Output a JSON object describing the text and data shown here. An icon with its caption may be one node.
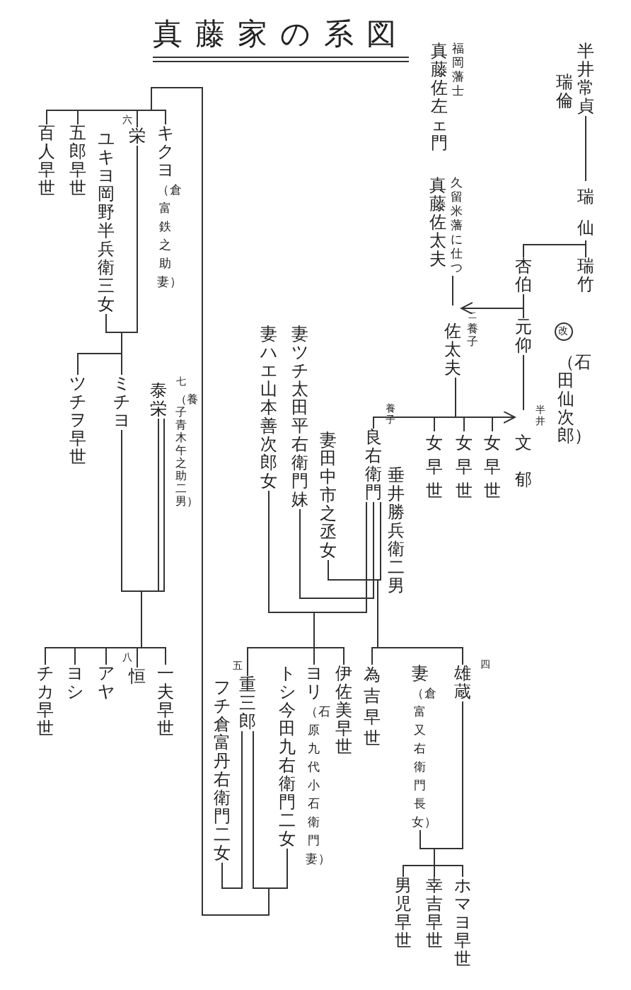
{
  "diagram": {
    "title": "真藤家の系図",
    "nodes": [
      {
        "text": [
          "瑞倫",
          "半井常貞"
        ]
      },
      {
        "text": [
          "瑞仙"
        ]
      },
      {
        "text": [
          "瑞竹"
        ]
      },
      {
        "text": [
          "杏伯"
        ]
      },
      {
        "text": [
          "元仰"
        ],
        "beside": [
          "改",
          "（石田仙次郎）"
        ]
      },
      {
        "text": [
          "真藤佐左ェ門",
          "福岡藩士"
        ]
      },
      {
        "text": [
          "真藤佐太夫",
          "久留米藩に仕つ"
        ]
      },
      {
        "text": [
          "佐太夫"
        ],
        "beside": [
          "二",
          "養子"
        ]
      },
      {
        "text": [
          "文郁"
        ],
        "beside": [
          "半井"
        ]
      },
      {
        "text": [
          "女早世"
        ]
      },
      {
        "text": [
          "女早世"
        ]
      },
      {
        "text": [
          "女早世"
        ]
      },
      {
        "text": [
          "良右衛門"
        ],
        "beside": [
          "養子",
          "垂井勝兵衛二男"
        ]
      },
      {
        "text": [
          "妻田中市之丞女"
        ]
      },
      {
        "text": [
          "妻ツチ太田平右衛門妹"
        ]
      },
      {
        "text": [
          "妻ハエ山本善次郎女"
        ]
      },
      {
        "text": [
          "雄蔵"
        ],
        "beside": [
          "四"
        ]
      },
      {
        "text": [
          "妻",
          "（倉富又右衛門長女）"
        ]
      },
      {
        "text": [
          "為吉早世"
        ]
      },
      {
        "text": [
          "伊佐美早世"
        ]
      },
      {
        "text": [
          "ヨリ",
          "（石原九代小石衛門妻）"
        ]
      },
      {
        "text": [
          "トシ今田九右衛門二女"
        ]
      },
      {
        "text": [
          "重三郎"
        ],
        "beside": [
          "五"
        ]
      },
      {
        "text": [
          "フチ倉富丹右衛門二女"
        ]
      },
      {
        "text": [
          "ホマヨ早世"
        ]
      },
      {
        "text": [
          "幸吉早世"
        ]
      },
      {
        "text": [
          "男児早世"
        ]
      },
      {
        "text": [
          "キクヨ",
          "（倉富鉄之助妻）"
        ]
      },
      {
        "text": [
          "栄"
        ],
        "beside": [
          "六"
        ]
      },
      {
        "text": [
          "ユキヨ岡野半兵衛三女"
        ]
      },
      {
        "text": [
          "五郎早世"
        ]
      },
      {
        "text": [
          "百人早世"
        ]
      },
      {
        "text": [
          "泰栄"
        ],
        "beside": [
          "七",
          "（養子青木午之助二男）"
        ]
      },
      {
        "text": [
          "ミチヨ"
        ]
      },
      {
        "text": [
          "ツチヲ早世"
        ]
      },
      {
        "text": [
          "一夫早世"
        ]
      },
      {
        "text": [
          "恒"
        ],
        "beside": [
          "八"
        ]
      },
      {
        "text": [
          "アヤ"
        ]
      },
      {
        "text": [
          "ヨシ"
        ]
      },
      {
        "text": [
          "チカ早世"
        ]
      }
    ],
    "edges": [
      {
        "from": 0,
        "to": 1,
        "arrow": "none"
      },
      {
        "from": 1,
        "to": 2,
        "arrow": "none"
      },
      {
        "from": 1,
        "to": 3,
        "arrow": "none"
      },
      {
        "from": 3,
        "to": 4,
        "arrow": "none"
      },
      {
        "from": 3,
        "to": 7,
        "arrow": "to"
      },
      {
        "from": 6,
        "to": 7,
        "arrow": "none"
      },
      {
        "from": 4,
        "to": 8,
        "arrow": "none"
      },
      {
        "from": 7,
        "to": 8,
        "arrow": "to"
      },
      {
        "from": 7,
        "to": 9,
        "arrow": "none"
      },
      {
        "from": 7,
        "to": 10,
        "arrow": "none"
      },
      {
        "from": 7,
        "to": 11,
        "arrow": "none"
      },
      {
        "from": 7,
        "to": 12,
        "arrow": "none"
      },
      {
        "from": 12,
        "to": 13,
        "arrow": "none"
      },
      {
        "from": 12,
        "to": 14,
        "arrow": "none"
      },
      {
        "from": 12,
        "to": 15,
        "arrow": "none"
      },
      {
        "from": 13,
        "to": 18,
        "arrow": "none"
      },
      {
        "from": 13,
        "to": 16,
        "arrow": "none"
      },
      {
        "from": 15,
        "to": 22,
        "arrow": "none"
      },
      {
        "from": 15,
        "to": 20,
        "arrow": "none"
      },
      {
        "from": 15,
        "to": 19,
        "arrow": "none"
      },
      {
        "from": 22,
        "to": 23,
        "arrow": "none"
      },
      {
        "from": 22,
        "to": 21,
        "arrow": "none"
      },
      {
        "from": 21,
        "to": 31,
        "arrow": "none"
      },
      {
        "from": 21,
        "to": 30,
        "arrow": "none"
      },
      {
        "from": 21,
        "to": 28,
        "arrow": "none"
      },
      {
        "from": 21,
        "to": 27,
        "arrow": "none"
      },
      {
        "from": 28,
        "to": 29,
        "arrow": "none"
      },
      {
        "from": 29,
        "to": 34,
        "arrow": "none"
      },
      {
        "from": 29,
        "to": 33,
        "arrow": "none"
      },
      {
        "from": 33,
        "to": 32,
        "arrow": "none"
      },
      {
        "from": 32,
        "to": 35,
        "arrow": "none"
      },
      {
        "from": 32,
        "to": 36,
        "arrow": "none"
      },
      {
        "from": 32,
        "to": 37,
        "arrow": "none"
      },
      {
        "from": 32,
        "to": 38,
        "arrow": "none"
      },
      {
        "from": 32,
        "to": 39,
        "arrow": "none"
      },
      {
        "from": 16,
        "to": 17,
        "arrow": "none"
      },
      {
        "from": 17,
        "to": 24,
        "arrow": "none"
      },
      {
        "from": 17,
        "to": 25,
        "arrow": "none"
      },
      {
        "from": 17,
        "to": 26,
        "arrow": "none"
      }
    ]
  }
}
